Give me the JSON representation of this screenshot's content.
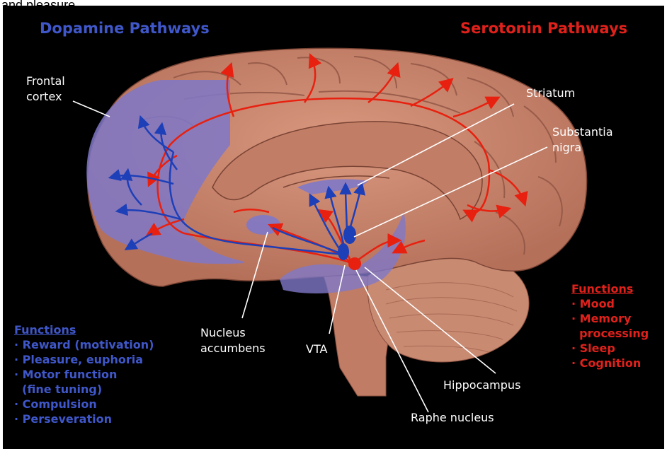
{
  "top_clipped_text": "and pleasure",
  "titles": {
    "dopamine": "Dopamine Pathways",
    "serotonin": "Serotonin Pathways"
  },
  "labels": {
    "frontal_cortex": [
      "Frontal",
      "cortex"
    ],
    "striatum": "Striatum",
    "substantia_nigra": [
      "Substantia",
      "nigra"
    ],
    "nucleus_accumbens": [
      "Nucleus",
      "accumbens"
    ],
    "vta": "VTA",
    "hippocampus": "Hippocampus",
    "raphe_nucleus": "Raphe nucleus"
  },
  "dopamine_functions": {
    "heading": "Functions",
    "items": [
      "· Reward (motivation)",
      "· Pleasure, euphoria",
      "· Motor function",
      "  (fine tuning)",
      "· Compulsion",
      "· Perseveration"
    ]
  },
  "serotonin_functions": {
    "heading": "Functions",
    "items": [
      "· Mood",
      "· Memory",
      "  processing",
      "· Sleep",
      "· Cognition"
    ]
  },
  "colors": {
    "background": "#000000",
    "brain": "#c98670",
    "dopamine": "#1d3fb8",
    "serotonin": "#e8200f",
    "dopamine_region": "#7f78c8"
  }
}
